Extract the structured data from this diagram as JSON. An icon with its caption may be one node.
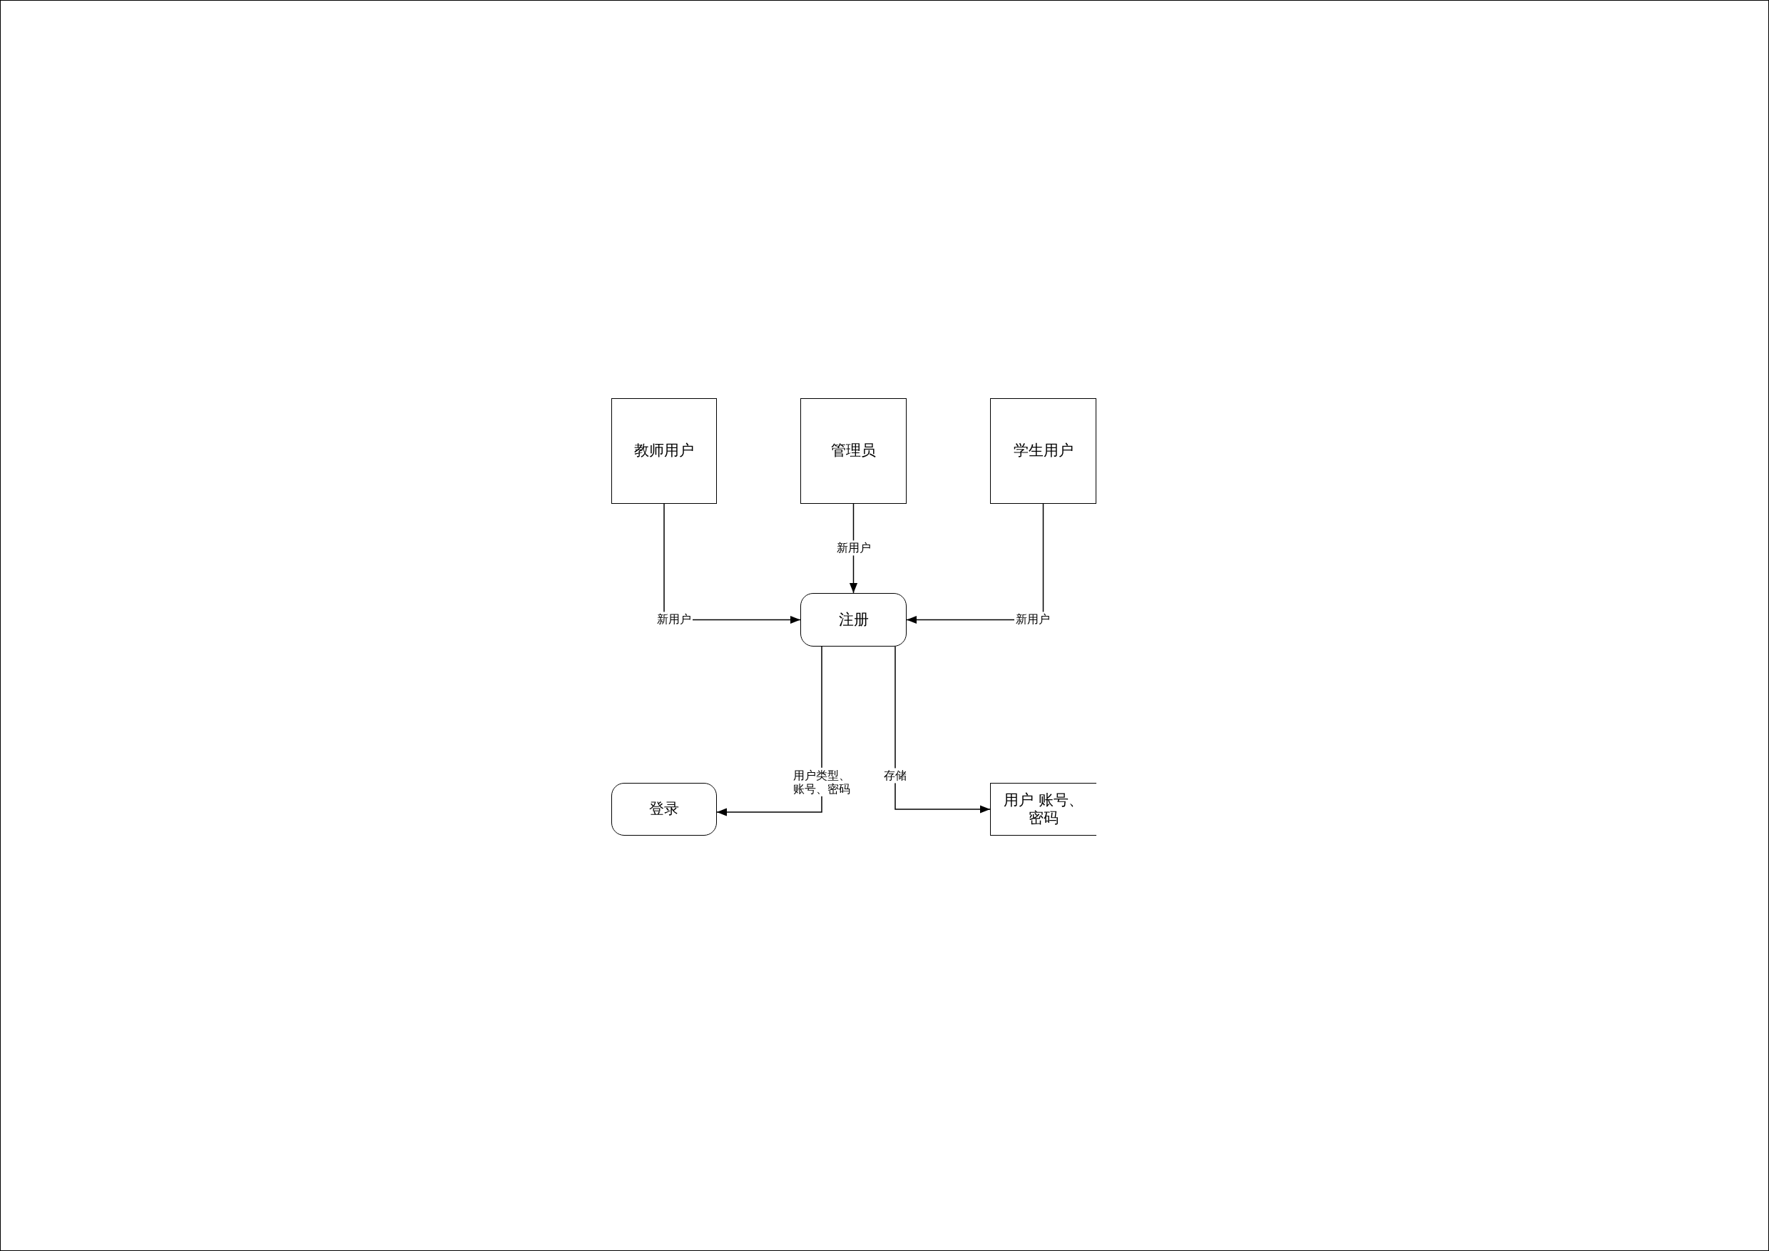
{
  "diagram": {
    "nodes": [
      {
        "text": [
          "教师用户"
        ]
      },
      {
        "text": [
          "管理员"
        ]
      },
      {
        "text": [
          "学生用户"
        ]
      },
      {
        "text": [
          "注册"
        ]
      },
      {
        "text": [
          "登录"
        ]
      },
      {
        "text": [
          "用户 账号、密码"
        ]
      }
    ],
    "edges": [
      {
        "from": 0,
        "to": 3,
        "arrow": "to",
        "label": "新用户"
      },
      {
        "from": 1,
        "to": 3,
        "arrow": "to",
        "label": "新用户"
      },
      {
        "from": 2,
        "to": 3,
        "arrow": "to",
        "label": "新用户"
      },
      {
        "from": 3,
        "to": 4,
        "arrow": "to",
        "label": "用户类型、账号、密码"
      },
      {
        "from": 3,
        "to": 5,
        "arrow": "to",
        "label": "存储"
      }
    ]
  }
}
